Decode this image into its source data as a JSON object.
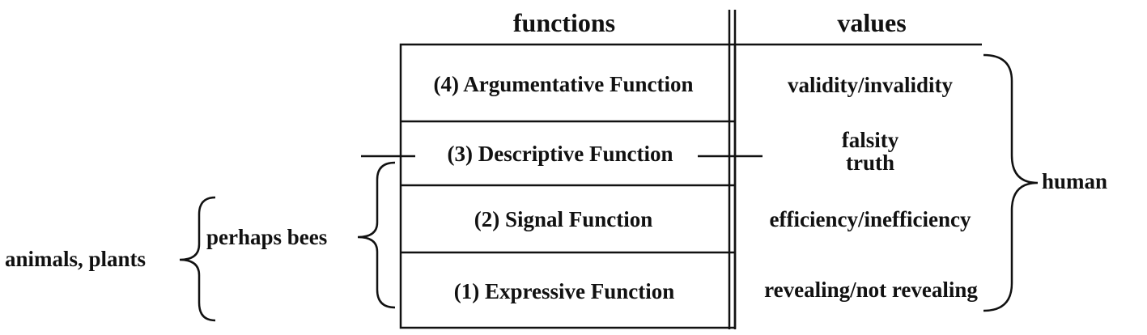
{
  "headers": {
    "functions": "functions",
    "values": "values"
  },
  "rows": [
    {
      "function": "(4)  Argumentative Function",
      "value_lines": [
        "validity/invalidity"
      ]
    },
    {
      "function": "(3)  Descriptive Function",
      "value_lines": [
        "falsity",
        "truth"
      ]
    },
    {
      "function": "(2)  Signal Function",
      "value_lines": [
        "efficiency/inefficiency"
      ]
    },
    {
      "function": "(1)  Expressive Function",
      "value_lines": [
        "revealing/not revealing"
      ]
    }
  ],
  "groups": {
    "human": "human",
    "perhaps_bees": "perhaps bees",
    "animals_plants": "animals, plants"
  }
}
